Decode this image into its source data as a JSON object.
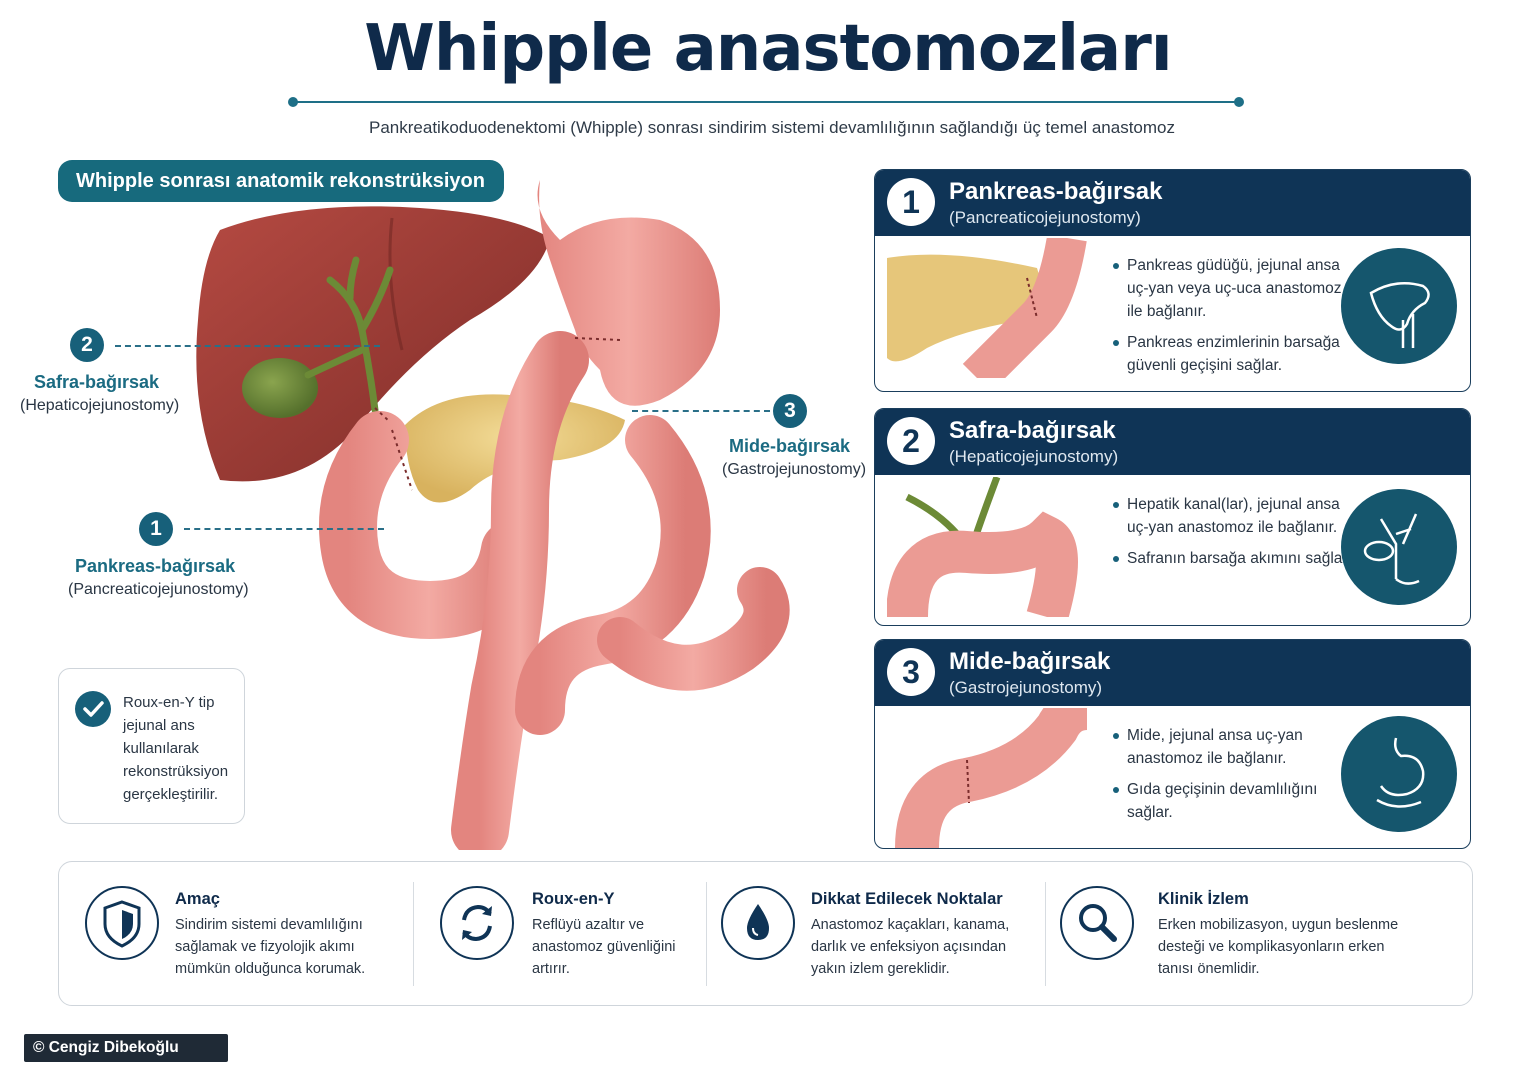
{
  "header": {
    "title": "Whipple anastomozları",
    "subtitle": "Pankreatikoduodenektomi (Whipple) sonrası sindirim sistemi devamlılığının sağlandığı üç temel anastomoz"
  },
  "reconstruction_tag": "Whipple sonrası anatomik rekonstrüksiyon",
  "anatomy_labels": [
    {
      "number": "2",
      "name": "Safra-bağırsak",
      "latin": "(Hepaticojejunostomy)"
    },
    {
      "number": "1",
      "name": "Pankreas-bağırsak",
      "latin": "(Pancreaticojejunostomy)"
    },
    {
      "number": "3",
      "name": "Mide-bağırsak",
      "latin": "(Gastrojejunostomy)"
    }
  ],
  "roux_note": "Roux-en-Y tip jejunal ans kullanılarak rekonstrüksiyon gerçekleştirilir.",
  "cards": [
    {
      "number": "1",
      "title": "Pankreas-bağırsak",
      "subtitle": "(Pancreaticojejunostomy)",
      "bullets": [
        "Pankreas güdüğü, jejunal ansa uç-yan veya uç-uca anastomoz ile bağlanır.",
        "Pankreas enzimlerinin barsağa güvenli geçişini sağlar."
      ],
      "icon": "pancreas-icon"
    },
    {
      "number": "2",
      "title": "Safra-bağırsak",
      "subtitle": "(Hepaticojejunostomy)",
      "bullets": [
        "Hepatik kanal(lar), jejunal ansa uç-yan anastomoz ile bağlanır.",
        "Safranın barsağa akımını sağlar."
      ],
      "icon": "bile-duct-icon"
    },
    {
      "number": "3",
      "title": "Mide-bağırsak",
      "subtitle": "(Gastrojejunostomy)",
      "bullets": [
        "Mide, jejunal ansa uç-yan anastomoz ile bağlanır.",
        "Gıda geçişinin devamlılığını sağlar."
      ],
      "icon": "stomach-icon"
    }
  ],
  "bottom": [
    {
      "title": "Amaç",
      "text": "Sindirim sistemi devamlılığını sağlamak ve fizyolojik akımı mümkün olduğunca korumak.",
      "icon": "shield-icon"
    },
    {
      "title": "Roux-en-Y",
      "text": "Reflüyü azaltır ve anastomoz güvenliğini artırır.",
      "icon": "refresh-icon"
    },
    {
      "title": "Dikkat Edilecek Noktalar",
      "text": "Anastomoz kaçakları, kanama, darlık ve enfeksiyon açısından yakın izlem gereklidir.",
      "icon": "drop-icon"
    },
    {
      "title": "Klinik İzlem",
      "text": "Erken mobilizasyon, uygun beslenme desteği ve komplikasyonların erken tanısı önemlidir.",
      "icon": "magnifier-icon"
    }
  ],
  "copyright": "© Cengiz Dibekoğlu",
  "colors": {
    "navy": "#0f3456",
    "teal": "#176a7d",
    "liver": "#9c3b35",
    "gallbladder": "#6f8b3a",
    "pancreas": "#e6c67a",
    "bowel": "#e8958e"
  }
}
